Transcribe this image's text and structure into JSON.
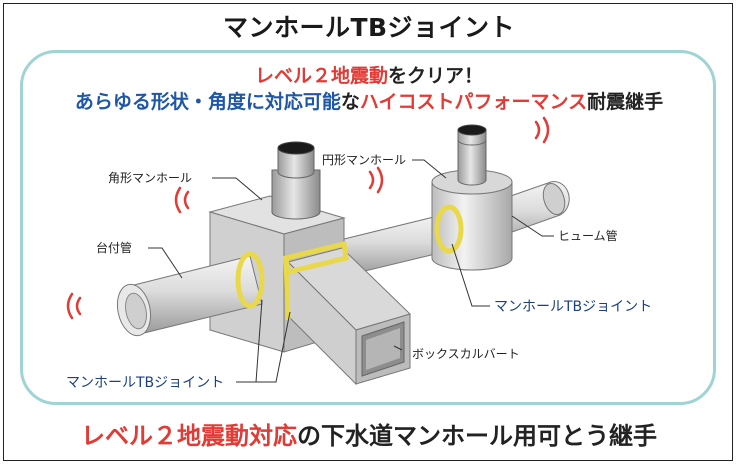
{
  "title": "マンホールTBジョイント",
  "headline1": {
    "red": "レベル２地震動",
    "rest": "をクリア！"
  },
  "headline2": {
    "blue": "あらゆる形状・角度に対応可能",
    "mid": "な",
    "red": "ハイコストパフォーマンス",
    "end": "耐震継手"
  },
  "labels": {
    "square_manhole": "角形マンホール",
    "round_manhole": "円形マンホール",
    "daitsuki_pipe": "台付管",
    "hume_pipe": "ヒューム管",
    "box_culvert": "ボックスカルバート",
    "joint_right": "マンホールTBジョイント",
    "joint_left": "マンホールTBジョイント"
  },
  "footer": {
    "red": "レベル２地震動対応",
    "rest": "の下水道マンホール用可とう継手"
  },
  "colors": {
    "accent_red": "#e23a34",
    "accent_blue": "#1f57a6",
    "panel_border": "#9fd3d4",
    "joint_yellow": "#e8d84a"
  }
}
